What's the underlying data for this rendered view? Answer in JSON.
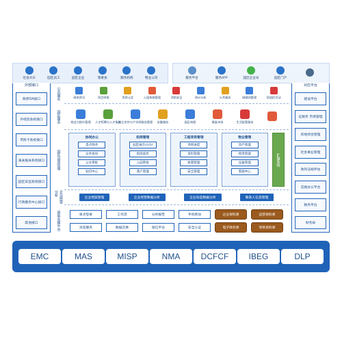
{
  "users": {
    "left": [
      {
        "label": "社会大众",
        "icon": "person-icon",
        "color": "#2a73c9"
      },
      {
        "label": "园区员工",
        "icon": "person-icon",
        "color": "#2a73c9"
      },
      {
        "label": "园区企业",
        "icon": "group-icon",
        "color": "#2a73c9"
      },
      {
        "label": "管委会",
        "icon": "person-icon",
        "color": "#2a73c9"
      },
      {
        "label": "服务机构",
        "icon": "group-icon",
        "color": "#2a73c9"
      },
      {
        "label": "物业公司",
        "icon": "person-icon",
        "color": "#2a73c9"
      }
    ],
    "right": [
      {
        "label": "服务平台",
        "icon": "screen-icon",
        "color": "#5a8fc8"
      },
      {
        "label": "服务APP",
        "icon": "app-icon",
        "color": "#2a73c9"
      },
      {
        "label": "园区企业号",
        "icon": "wechat-icon",
        "color": "#42b34a"
      },
      {
        "label": "园区门户",
        "icon": "browser-icon",
        "color": "#2a73c9"
      },
      {
        "label": "",
        "icon": "devices-icon",
        "color": "#4a6a8c"
      }
    ]
  },
  "left_panel": {
    "title": "外部接口",
    "items": [
      "政府OA接口",
      "外经贸系统接口",
      "市民卡系统接口",
      "海关报关系统接口",
      "园区安监系统接口",
      "行政服务中心接口",
      "其他接口"
    ]
  },
  "right_panel": {
    "title": "对应平台",
    "items": [
      "建设平台",
      "征税务 市场管理",
      "房地综合管理",
      "社会事业管理",
      "政风法规评估",
      "实践办公平台",
      "税务平台",
      "财务局"
    ]
  },
  "rows": {
    "r1_label": "公共服务",
    "r1_items": [
      {
        "label": "政府资讯",
        "color": "#3b7dd8"
      },
      {
        "label": "项目申报",
        "color": "#5aa03c"
      },
      {
        "label": "资质认定",
        "color": "#e0a020"
      },
      {
        "label": "入园车辆管理",
        "color": "#e05a3a"
      },
      {
        "label": "消防安全",
        "color": "#d83a3a"
      },
      {
        "label": "统计分析",
        "color": "#3b7dd8"
      },
      {
        "label": "公共服务",
        "color": "#e0a020"
      },
      {
        "label": "城域网管理",
        "color": "#3b7dd8"
      },
      {
        "label": "党组织活动",
        "color": "#d83a3a"
      }
    ],
    "r2_label": "园区服务",
    "r2_items": [
      {
        "label": "商业与报价管理",
        "color": "#3b7dd8"
      },
      {
        "label": "人才招聘与入才服务",
        "color": "#5aa03c"
      },
      {
        "label": "校企合作与产学研服务管理",
        "color": "#3b7dd8"
      },
      {
        "label": "金融服务",
        "color": "#e0a020"
      },
      {
        "label": "园区地图",
        "color": "#3b7dd8"
      },
      {
        "label": "跳蚤市场",
        "color": "#e05a3a"
      },
      {
        "label": "生活配套服务",
        "color": "#d83a3a"
      },
      {
        "label": "",
        "color": "#e05a3a"
      }
    ],
    "r3_label": "园区运营管理",
    "modules": [
      {
        "title": "协同办公",
        "items": [
          "电子政务",
          "业务协同",
          "公文审批",
          "知识中心"
        ]
      },
      {
        "title": "招商管理",
        "items": [
          "园区展示(GIS)",
          "招商监控",
          "入园审批",
          "落户管理"
        ]
      },
      {
        "title": "工程项目管理",
        "items": [
          "项目进度",
          "资料管理",
          "质量管理",
          "安全管理"
        ]
      },
      {
        "title": "物业管理",
        "items": [
          "资产管理",
          "租赁管理",
          "设备管理",
          "客服中心"
        ]
      }
    ],
    "expand_label": "扩展系统",
    "r4_label": "企业经营分析",
    "r4_items": [
      "企业档案管理",
      "企业经营数据分析",
      "企业动态数据分析",
      "联系人信息管理"
    ],
    "r5_label": "基础支撑平台",
    "support": [
      "单点登录",
      "工作流",
      "分析报告",
      "手机移动",
      "消息服务",
      "数据交换",
      "短信平台",
      "安全认证"
    ],
    "databases": [
      "企业资料库",
      "运营资料库",
      "电子政务库",
      "项目资料库"
    ]
  },
  "bottom_bar": [
    "EMC",
    "MAS",
    "MISP",
    "NMA",
    "DCFCF",
    "IBEG",
    "DLP"
  ]
}
